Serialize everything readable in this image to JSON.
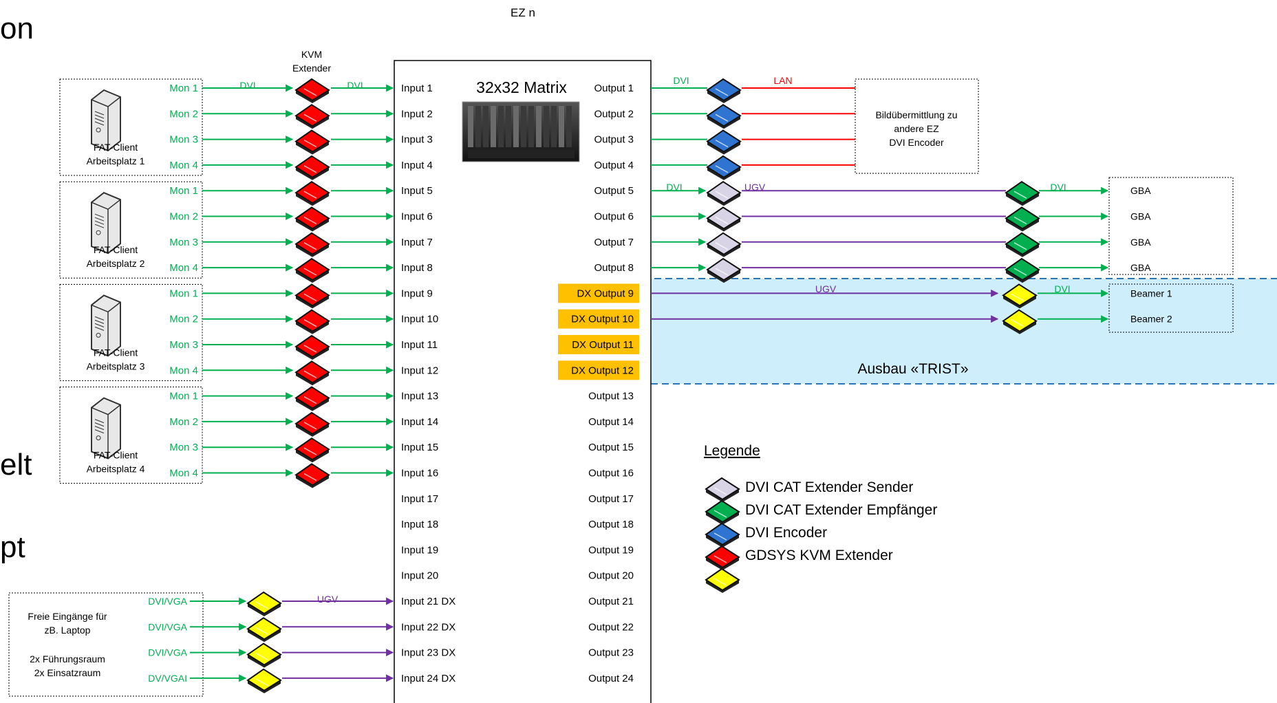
{
  "header": {
    "title": "EZ n",
    "edge_fragments": [
      "on",
      "elt",
      "pt"
    ]
  },
  "matrix": {
    "title": "32x32 Matrix",
    "inputs": [
      "Input 1",
      "Input 2",
      "Input 3",
      "Input 4",
      "Input 5",
      "Input 6",
      "Input 7",
      "Input 8",
      "Input 9",
      "Input 10",
      "Input 11",
      "Input 12",
      "Input 13",
      "Input 14",
      "Input 15",
      "Input 16",
      "Input 17",
      "Input 18",
      "Input 19",
      "Input 20",
      "Input 21 DX",
      "Input 22 DX",
      "Input 23 DX",
      "Input 24 DX"
    ],
    "outputs": [
      "Output 1",
      "Output 2",
      "Output 3",
      "Output 4",
      "Output 5",
      "Output 6",
      "Output 7",
      "Output 8",
      "DX Output 9",
      "DX Output 10",
      "DX Output 11",
      "DX Output 12",
      "Output 13",
      "Output 14",
      "Output 15",
      "Output 16",
      "Output 17",
      "Output 18",
      "Output 19",
      "Output 20",
      "Output 21",
      "Output 22",
      "Output 23",
      "Output 24"
    ]
  },
  "kvm_extender_label": [
    "KVM",
    "Extender"
  ],
  "clients": [
    {
      "label": [
        "FAT-Client",
        "Arbeitsplatz 1"
      ]
    },
    {
      "label": [
        "FAT-Client",
        "Arbeitsplatz 2"
      ]
    },
    {
      "label": [
        "FAT-Client",
        "Arbeitsplatz 3"
      ]
    },
    {
      "label": [
        "FAT-Client",
        "Arbeitsplatz 4"
      ]
    }
  ],
  "monitor_labels": [
    "Mon 1",
    "Mon 2",
    "Mon 3",
    "Mon 4"
  ],
  "signal_labels": {
    "dvi": "DVI",
    "lan": "LAN",
    "ugv": "UGV"
  },
  "free_inputs": {
    "text": [
      "Freie Eingänge für",
      "zB. Laptop",
      "2x Führungsraum",
      "2x Einsatzraum"
    ],
    "ports": [
      "DVI/VGA",
      "DVI/VGA",
      "DVI/VGA",
      "DV/VGAI"
    ]
  },
  "encoder_box": {
    "text": [
      "Bildübermittlung zu",
      "andere EZ",
      "DVI Encoder"
    ]
  },
  "gba_box": {
    "items": [
      "GBA",
      "GBA",
      "GBA",
      "GBA"
    ]
  },
  "beamer_box": {
    "items": [
      "Beamer 1",
      "Beamer 2"
    ]
  },
  "expansion": {
    "label": "Ausbau «TRIST»"
  },
  "legend": {
    "title": "Legende",
    "items": [
      {
        "label": "DVI CAT Extender Sender",
        "color": "#d9d3e6"
      },
      {
        "label": "DVI CAT Extender Empfänger",
        "color": "#00b050"
      },
      {
        "label": "DVI Encoder",
        "color": "#2e74d0"
      },
      {
        "label": "GDSYS KVM Extender",
        "color": "#ff0000"
      },
      {
        "label": "",
        "color": "#ffff00"
      }
    ]
  },
  "colors": {
    "green": "#00b050",
    "red": "#ff0000",
    "purple": "#7030a0",
    "orange": "#ffc000",
    "lightblue": "#cdeefa",
    "dashblue": "#2e74b5"
  }
}
